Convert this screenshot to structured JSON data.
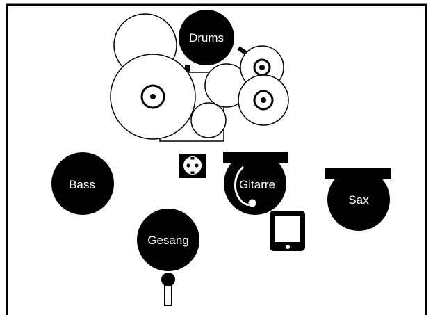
{
  "labels": {
    "drums": "Drums",
    "bass": "Bass",
    "gitarre": "Gitarre",
    "sax": "Sax",
    "gesang": "Gesang"
  },
  "colors": {
    "ink": "#000000",
    "paper": "#ffffff"
  }
}
